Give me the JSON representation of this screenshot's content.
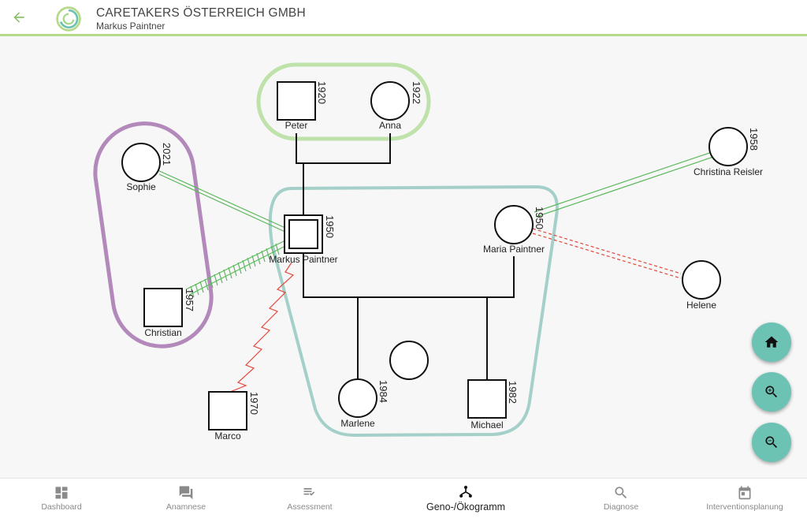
{
  "header": {
    "company": "CARETAKERS ÖSTERREICH GMBH",
    "user": "Markus Paintner"
  },
  "colors": {
    "accent_green": "#b7d98a",
    "teal": "#6cc3b4",
    "group_green": "#a6d98a",
    "group_purple": "#9b64a6",
    "group_teal": "#8fc6bd",
    "relation_green": "#5cb85c",
    "relation_red": "#e2473a"
  },
  "genogram": {
    "people": [
      {
        "id": "peter",
        "label": "Peter",
        "year": "1920",
        "shape": "square"
      },
      {
        "id": "anna",
        "label": "Anna",
        "year": "1922",
        "shape": "circle"
      },
      {
        "id": "sophie",
        "label": "Sophie",
        "year": "2021",
        "shape": "circle"
      },
      {
        "id": "markus",
        "label": "Markus Paintner",
        "year": "1950",
        "shape": "square-double"
      },
      {
        "id": "maria",
        "label": "Maria Paintner",
        "year": "1950",
        "shape": "circle"
      },
      {
        "id": "christina",
        "label": "Christina Reisler",
        "year": "1958",
        "shape": "circle"
      },
      {
        "id": "helene",
        "label": "Helene",
        "year": "",
        "shape": "circle"
      },
      {
        "id": "christian",
        "label": "Christian",
        "year": "1957",
        "shape": "square"
      },
      {
        "id": "marco",
        "label": "Marco",
        "year": "1970",
        "shape": "square"
      },
      {
        "id": "marlene",
        "label": "Marlene",
        "year": "1984",
        "shape": "circle"
      },
      {
        "id": "unnamed",
        "label": "",
        "year": "",
        "shape": "circle"
      },
      {
        "id": "michael",
        "label": "Michael",
        "year": "1982",
        "shape": "square"
      }
    ]
  },
  "fabs": [
    {
      "name": "home",
      "icon": "home-icon"
    },
    {
      "name": "zoom-in",
      "icon": "zoom-in-icon"
    },
    {
      "name": "zoom-out",
      "icon": "zoom-out-icon"
    }
  ],
  "nav": {
    "items": [
      {
        "label": "Dashboard",
        "icon": "dashboard-icon"
      },
      {
        "label": "Anamnese",
        "icon": "chat-icon"
      },
      {
        "label": "Assessment",
        "icon": "checklist-icon"
      },
      {
        "label": "Geno-/Ökogramm",
        "icon": "tree-icon",
        "active": true
      },
      {
        "label": "Diagnose",
        "icon": "search-icon"
      },
      {
        "label": "Interventionsplanung",
        "icon": "calendar-icon"
      }
    ]
  }
}
